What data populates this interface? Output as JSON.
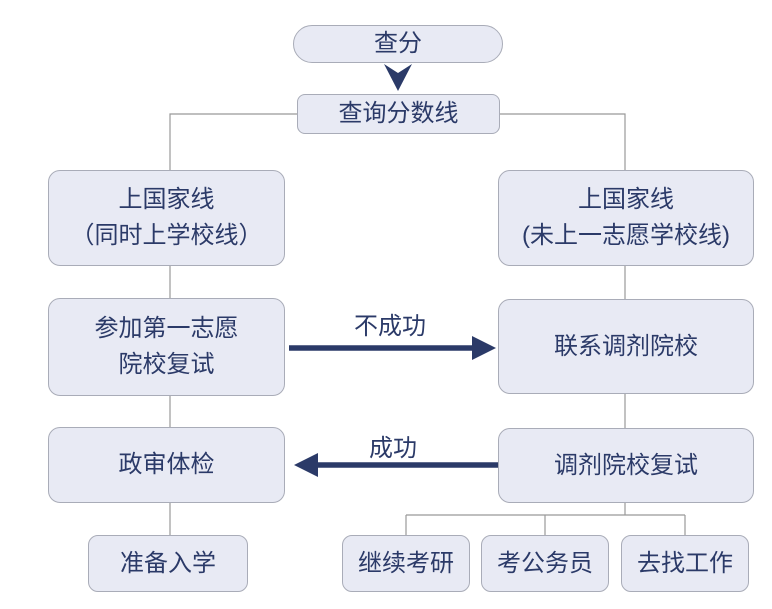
{
  "colors": {
    "box_fill": "#e8eaf4",
    "box_border": "#a9acb8",
    "text_navy": "#2b3a68",
    "arrow_navy": "#2b3a68",
    "connector_grey": "#999999",
    "background": "#ffffff"
  },
  "flowchart": {
    "nodes": {
      "check_score": {
        "label": "查分"
      },
      "query_cutoff": {
        "label": "查询分数线"
      },
      "pass_national_and_school": {
        "line1": "上国家线",
        "line2": "（同时上学校线）"
      },
      "pass_national_not_school": {
        "line1": "上国家线",
        "line2": "(未上一志愿学校线)"
      },
      "first_choice_retest": {
        "line1": "参加第一志愿",
        "line2": "院校复试"
      },
      "contact_adjustment": {
        "label": "联系调剂院校"
      },
      "political_physical": {
        "label": "政审体检"
      },
      "adjustment_retest": {
        "label": "调剂院校复试"
      },
      "prepare_enrollment": {
        "label": "准备入学"
      },
      "continue_postgrad": {
        "label": "继续考研"
      },
      "civil_servant": {
        "label": "考公务员"
      },
      "find_job": {
        "label": "去找工作"
      }
    },
    "edges": {
      "unsuccessful": {
        "label": "不成功"
      },
      "successful": {
        "label": "成功"
      }
    }
  }
}
